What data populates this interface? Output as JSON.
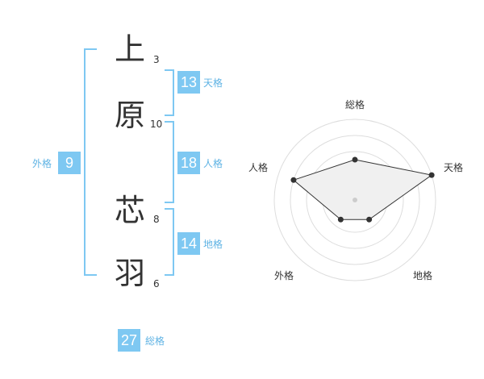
{
  "name_chars": [
    {
      "char": "上",
      "strokes": "3"
    },
    {
      "char": "原",
      "strokes": "10"
    },
    {
      "char": "芯",
      "strokes": "8"
    },
    {
      "char": "羽",
      "strokes": "6"
    }
  ],
  "kakusu": {
    "tenkaku": {
      "value": "13",
      "label": "天格"
    },
    "jinkaku": {
      "value": "18",
      "label": "人格"
    },
    "chikaku": {
      "value": "14",
      "label": "地格"
    },
    "gaikaku": {
      "value": "9",
      "label": "外格"
    },
    "soukaku": {
      "value": "27",
      "label": "総格"
    }
  },
  "colors": {
    "accent": "#7ec8f2",
    "label": "#5fb3e4",
    "text": "#333333"
  },
  "chart_data": {
    "type": "radar",
    "axes": [
      "総格",
      "天格",
      "地格",
      "外格",
      "人格"
    ],
    "values": [
      0.5,
      1.0,
      0.3,
      0.3,
      0.8
    ],
    "rings": 5
  }
}
